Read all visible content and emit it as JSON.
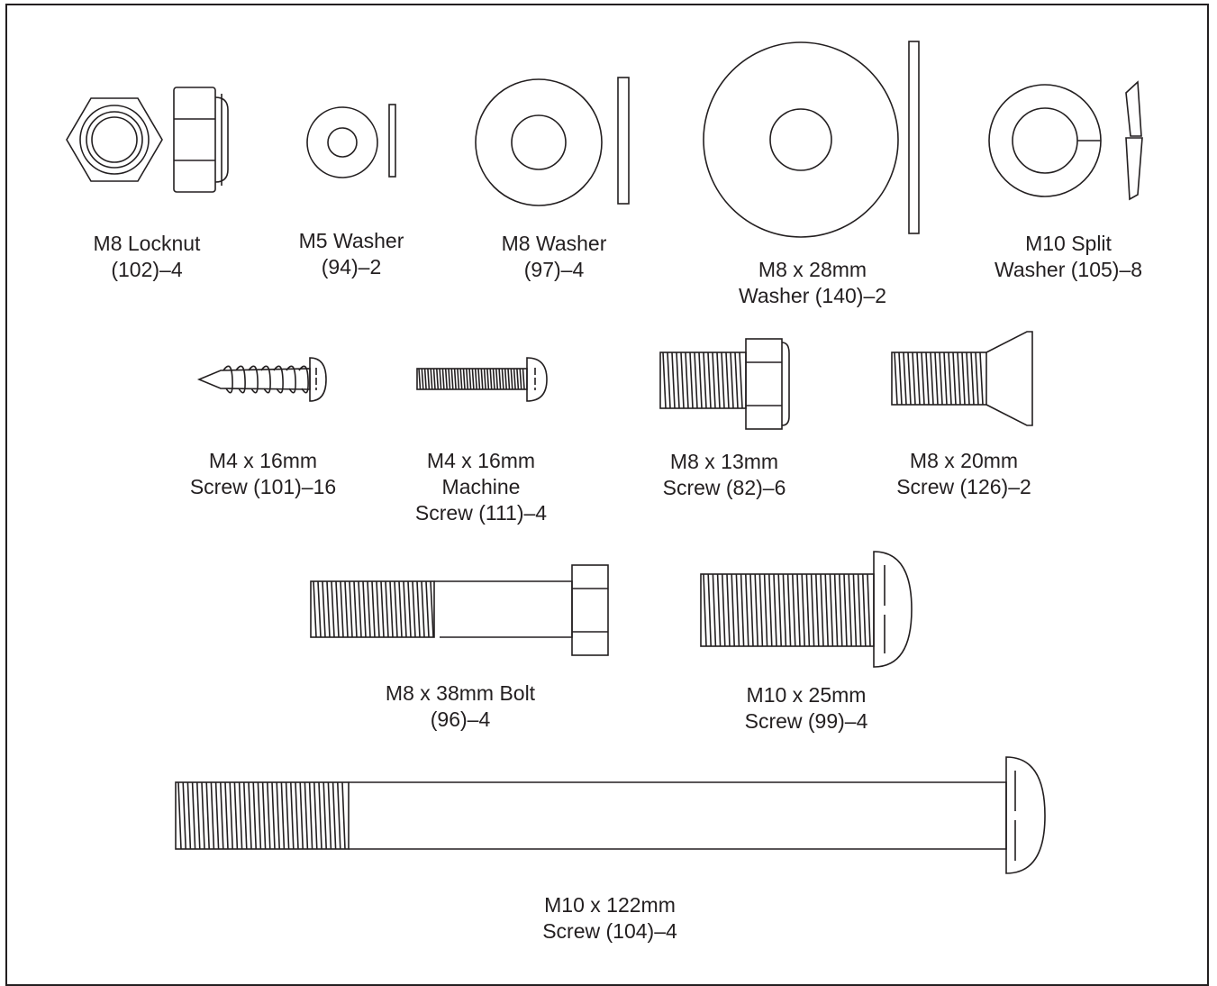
{
  "colors": {
    "ink": "#231f20",
    "background": "#ffffff"
  },
  "parts": [
    {
      "id": "m8-locknut",
      "lines": [
        "M8 Locknut",
        "(102)–4"
      ]
    },
    {
      "id": "m5-washer",
      "lines": [
        "M5 Washer",
        "(94)–2"
      ]
    },
    {
      "id": "m8-washer",
      "lines": [
        "M8 Washer",
        "(97)–4"
      ]
    },
    {
      "id": "m8x28-washer",
      "lines": [
        "M8 x 28mm",
        "Washer (140)–2"
      ]
    },
    {
      "id": "m10-split-washer",
      "lines": [
        "M10 Split",
        "Washer (105)–8"
      ]
    },
    {
      "id": "m4x16-screw",
      "lines": [
        "M4 x 16mm",
        "Screw (101)–16"
      ]
    },
    {
      "id": "m4x16-machine-screw",
      "lines": [
        "M4 x 16mm",
        "Machine",
        "Screw (111)–4"
      ]
    },
    {
      "id": "m8x13-screw",
      "lines": [
        "M8 x 13mm",
        "Screw (82)–6"
      ]
    },
    {
      "id": "m8x20-screw",
      "lines": [
        "M8 x 20mm",
        "Screw (126)–2"
      ]
    },
    {
      "id": "m8x38-bolt",
      "lines": [
        "M8 x 38mm Bolt",
        "(96)–4"
      ]
    },
    {
      "id": "m10x25-screw",
      "lines": [
        "M10 x 25mm",
        "Screw (99)–4"
      ]
    },
    {
      "id": "m10x122-screw",
      "lines": [
        "M10 x 122mm",
        "Screw (104)–4"
      ]
    }
  ]
}
